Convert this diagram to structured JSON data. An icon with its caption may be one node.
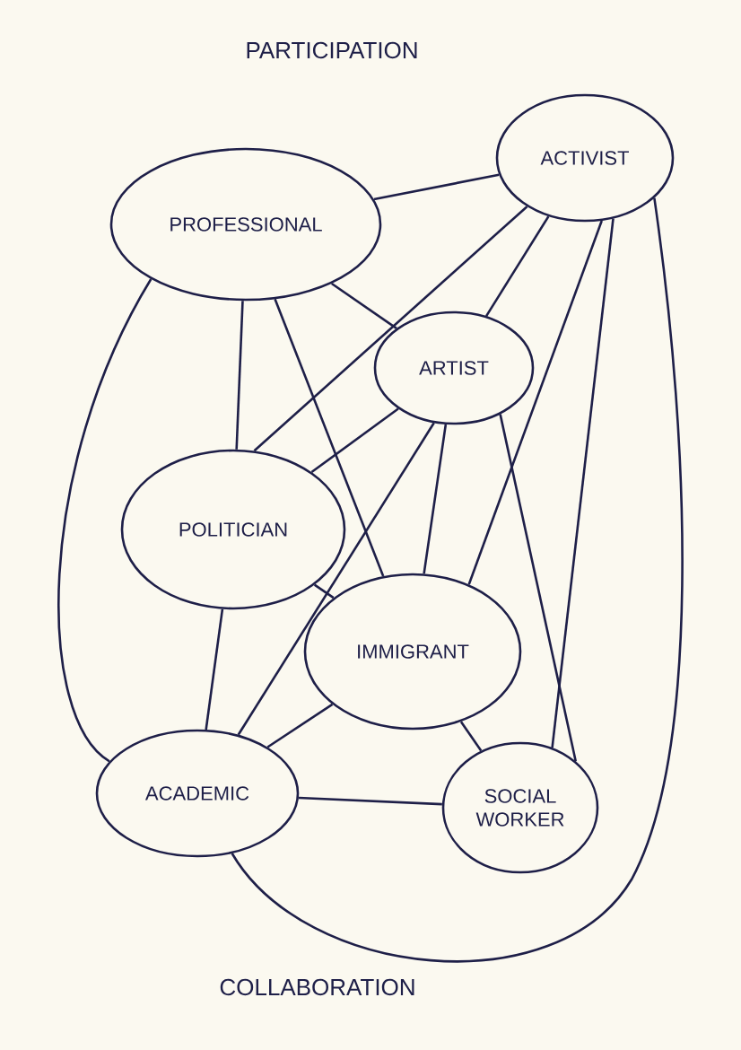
{
  "diagram": {
    "title": "PARTICIPATION",
    "caption": "COLLABORATION",
    "nodes": [
      {
        "text": [
          "ACTIVIST"
        ]
      },
      {
        "text": [
          "PROFESSIONAL"
        ]
      },
      {
        "text": [
          "ARTIST"
        ]
      },
      {
        "text": [
          "POLITICIAN"
        ]
      },
      {
        "text": [
          "IMMIGRANT"
        ]
      },
      {
        "text": [
          "ACADEMIC"
        ]
      },
      {
        "text": [
          "SOCIAL WORKER"
        ]
      }
    ],
    "edges": [
      {
        "from": 1,
        "to": 0,
        "arrow": "none"
      },
      {
        "from": 0,
        "to": 3,
        "arrow": "none"
      },
      {
        "from": 0,
        "to": 2,
        "arrow": "none"
      },
      {
        "from": 0,
        "to": 4,
        "arrow": "none"
      },
      {
        "from": 0,
        "to": 6,
        "arrow": "none"
      },
      {
        "from": 0,
        "to": 5,
        "arrow": "none"
      },
      {
        "from": 1,
        "to": 2,
        "arrow": "none"
      },
      {
        "from": 1,
        "to": 3,
        "arrow": "none"
      },
      {
        "from": 1,
        "to": 4,
        "arrow": "none"
      },
      {
        "from": 1,
        "to": 5,
        "arrow": "none"
      },
      {
        "from": 2,
        "to": 3,
        "arrow": "none"
      },
      {
        "from": 2,
        "to": 5,
        "arrow": "none"
      },
      {
        "from": 2,
        "to": 4,
        "arrow": "none"
      },
      {
        "from": 2,
        "to": 6,
        "arrow": "none"
      },
      {
        "from": 3,
        "to": 4,
        "arrow": "none"
      },
      {
        "from": 3,
        "to": 5,
        "arrow": "none"
      },
      {
        "from": 4,
        "to": 5,
        "arrow": "none"
      },
      {
        "from": 4,
        "to": 6,
        "arrow": "none"
      },
      {
        "from": 5,
        "to": 6,
        "arrow": "none"
      }
    ]
  }
}
